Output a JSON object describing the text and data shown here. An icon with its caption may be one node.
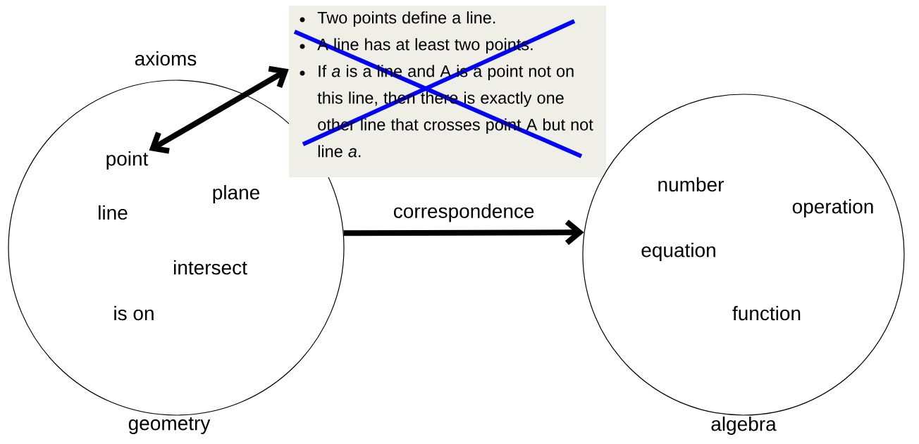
{
  "diagram": {
    "nodes": [
      {
        "text": [
          "plane",
          "line",
          "intersect",
          "is on",
          "geometry"
        ]
      },
      {
        "text": [
          "point"
        ],
        "in": 0
      },
      {
        "text": [
          "axioms",
          "Two points define a line.",
          "A line has at least two points.",
          "If *a* is a line and A is a point not on this line, then there is exactly one other line that crosses point A but not line *a*."
        ]
      },
      {
        "text": [
          "number",
          "operation",
          "equation",
          "function",
          "algebra"
        ]
      }
    ],
    "edges": [
      {
        "from": 1,
        "to": 2,
        "arrow": "both"
      },
      {
        "from": 0,
        "to": 3,
        "arrow": "to",
        "label": "correspondence"
      }
    ]
  }
}
